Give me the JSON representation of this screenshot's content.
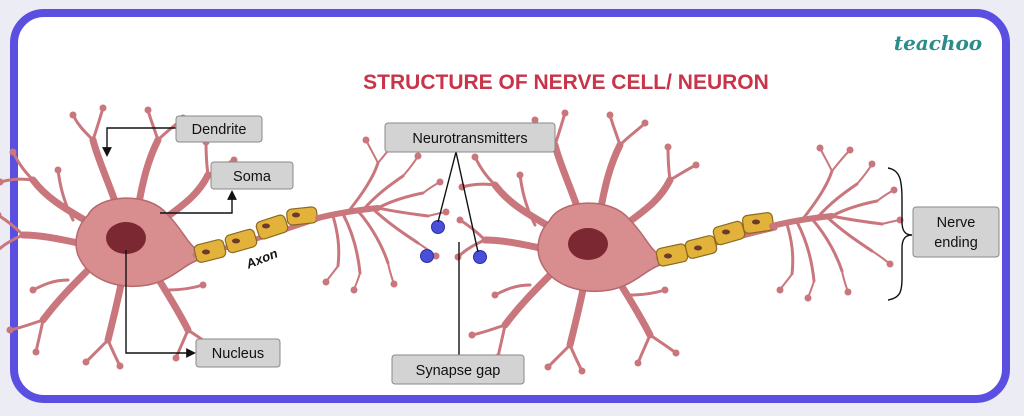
{
  "title": "STRUCTURE OF NERVE CELL/ NEURON",
  "brand": "teachoo",
  "labels": {
    "dendrite": "Dendrite",
    "soma": "Soma",
    "nucleus": "Nucleus",
    "axon": "Axon",
    "neurotransmitters": "Neurotransmitters",
    "synapse_gap": "Synapse gap",
    "nerve_ending_line1": "Nerve",
    "nerve_ending_line2": "ending"
  },
  "colors": {
    "frame": "#5a4fe0",
    "title": "#c8344a",
    "brand": "#2a8d8a",
    "cell_body": "#d88d8f",
    "nucleus": "#7b2832",
    "myelin": "#e3b23a",
    "vesicle": "#4a4fd8"
  }
}
